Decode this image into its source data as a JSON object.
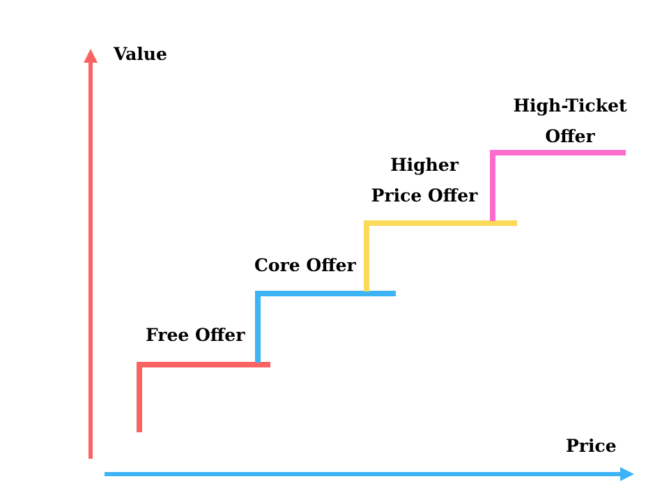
{
  "diagram": {
    "colors": {
      "value_axis": "#fb6262",
      "price_axis": "#3cb4f5",
      "free_offer": "#fb6262",
      "core_offer": "#3cb4f5",
      "higher_price_offer": "#fbd95a",
      "high_ticket_offer": "#fb6ccc",
      "text": "#000000",
      "background": "#ffffff"
    },
    "axes": {
      "y_label": "Value",
      "x_label": "Price"
    },
    "steps": [
      {
        "label": "Free Offer",
        "color_key": "free_offer"
      },
      {
        "label": "Core Offer",
        "color_key": "core_offer"
      },
      {
        "label_lines": [
          "Higher",
          "Price Offer"
        ],
        "color_key": "higher_price_offer"
      },
      {
        "label_lines": [
          "High-Ticket",
          "Offer"
        ],
        "color_key": "high_ticket_offer"
      }
    ]
  }
}
